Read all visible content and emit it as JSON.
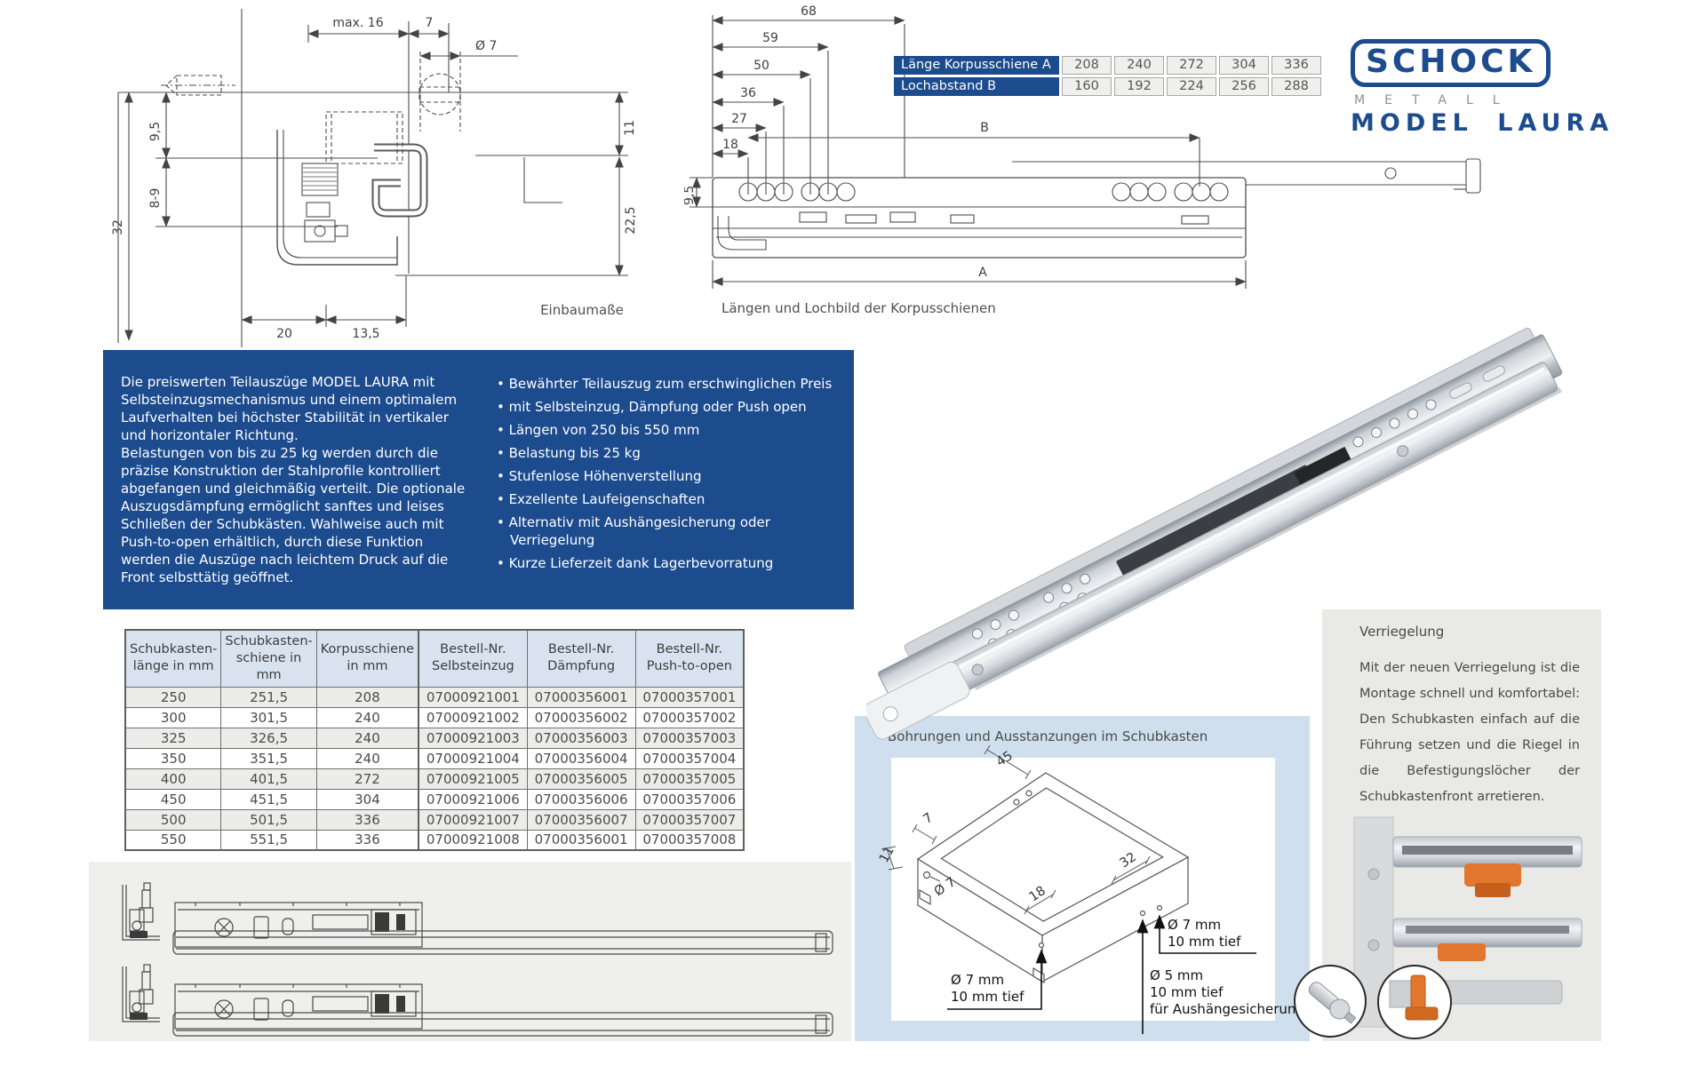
{
  "logo": {
    "brand": "SCHOCK",
    "division": "METALL",
    "model": "MODEL LAURA"
  },
  "colors": {
    "dark_blue": "#1c4b8e",
    "light_blue_panel": "#cfdfee",
    "gray_panel": "#e9e9e7",
    "strip_gray": "#efefee",
    "row_stripe": "#ececea",
    "header_blue": "#d9e3f0",
    "orange": "#e2762d"
  },
  "drawing_left": {
    "caption": "Einbaumaße",
    "labels": {
      "max16": "max. 16",
      "w7": "7",
      "dia7": "Ø 7",
      "h32": "32",
      "h95": "9,5",
      "h89": "8-9",
      "r11": "11",
      "r225": "22,5",
      "b20": "20",
      "b135": "13,5"
    }
  },
  "drawing_mid": {
    "caption": "Längen und Lochbild der Korpusschienen",
    "cascade": [
      "68",
      "59",
      "50",
      "36",
      "27",
      "18"
    ],
    "a": "A",
    "b": "B",
    "v95": "9,5"
  },
  "size_table": {
    "rows": [
      {
        "label": "Länge Korpusschiene A",
        "values": [
          "208",
          "240",
          "272",
          "304",
          "336"
        ]
      },
      {
        "label": "Lochabstand B",
        "values": [
          "160",
          "192",
          "224",
          "256",
          "288"
        ]
      }
    ]
  },
  "intro": {
    "p1": "Die preiswerten Teilauszüge MODEL LAURA mit Selbsteinzugsmechanismus und einem optimalem Laufverhalten bei höchster Stabilität in vertikaler und horizontaler Richtung.",
    "p2": "Belastungen von bis zu 25 kg werden durch die präzise Konstruktion der Stahlprofile kontrolliert abgefangen und gleichmäßig verteilt. Die optionale Auszugsdämpfung ermöglicht sanftes und leises Schließen der Schubkästen. Wahlweise auch mit Push-to-open erhältlich, durch diese Funktion werden die Auszüge nach leichtem Druck auf die Front selbsttätig geöffnet.",
    "bullets": [
      "Bewährter Teilauszug zum erschwinglichen Preis",
      "mit Selbsteinzug, Dämpfung oder Push open",
      "Längen von 250 bis 550 mm",
      "Belastung bis 25 kg",
      "Stufenlose Höhenverstellung",
      "Exzellente Laufeigenschaften",
      "Alternativ mit Aushängesicherung oder Verriegelung",
      "Kurze Lieferzeit dank Lagerbevorratung"
    ]
  },
  "order_table": {
    "headers": [
      [
        "Schubkasten-",
        "länge in mm"
      ],
      [
        "Schubkasten-",
        "schiene in mm"
      ],
      [
        "Korpusschiene",
        "in mm"
      ],
      [
        "Bestell-Nr.",
        "Selbsteinzug"
      ],
      [
        "Bestell-Nr.",
        "Dämpfung"
      ],
      [
        "Bestell-Nr.",
        "Push-to-open"
      ]
    ],
    "rows": [
      [
        "250",
        "251,5",
        "208",
        "07000921001",
        "07000356001",
        "07000357001"
      ],
      [
        "300",
        "301,5",
        "240",
        "07000921002",
        "07000356002",
        "07000357002"
      ],
      [
        "325",
        "326,5",
        "240",
        "07000921003",
        "07000356003",
        "07000357003"
      ],
      [
        "350",
        "351,5",
        "240",
        "07000921004",
        "07000356004",
        "07000357004"
      ],
      [
        "400",
        "401,5",
        "272",
        "07000921005",
        "07000356005",
        "07000357005"
      ],
      [
        "450",
        "451,5",
        "304",
        "07000921006",
        "07000356006",
        "07000357006"
      ],
      [
        "500",
        "501,5",
        "336",
        "07000921007",
        "07000356007",
        "07000357007"
      ],
      [
        "550",
        "551,5",
        "336",
        "07000921008",
        "07000356001",
        "07000357008"
      ]
    ]
  },
  "bohrungen": {
    "title": "Bohrungen und Ausstanzungen im Schubkasten",
    "labels": {
      "d45": "45",
      "d7": "7",
      "d11": "11",
      "dia7": "Ø 7",
      "d18": "18",
      "d32": "32"
    },
    "callout_left": [
      "Ø 7 mm",
      "10 mm tief"
    ],
    "callout_right_top": [
      "Ø 7 mm",
      "10 mm tief"
    ],
    "callout_right_bottom": [
      "Ø 5 mm",
      "10 mm tief",
      "für Aushängesicherung"
    ]
  },
  "verriegelung": {
    "title": "Verriegelung",
    "text": "Mit der neuen Verriegelung ist die Montage schnell und komfortabel: Den Schubkasten einfach auf die Führung setzen und die Riegel in die Befestigungslöcher der Schub­kastenfront arretieren."
  }
}
